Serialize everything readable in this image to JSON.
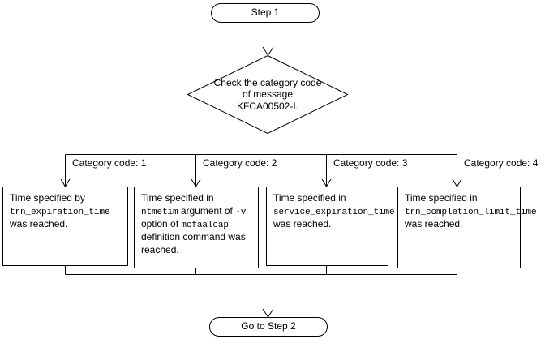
{
  "diagram": {
    "type": "flowchart",
    "title": "Category code check for message KFCA00502-I",
    "orientation": "top-to-bottom",
    "line_color": "#000000",
    "fill_color": "#ffffff",
    "text_color": "#000000"
  },
  "start": {
    "shape": "terminator",
    "label": "Step 1"
  },
  "decision": {
    "shape": "diamond",
    "line1": "Check the category code",
    "line2": "of message",
    "line3": "KFCA00502-I."
  },
  "branches": [
    {
      "label": "Category code: 1"
    },
    {
      "label": "Category code: 2"
    },
    {
      "label": "Category code: 3"
    },
    {
      "label": "Category code: 4"
    }
  ],
  "boxes": [
    {
      "shape": "process",
      "segments": [
        {
          "text": "Time specified by ",
          "mono": false
        },
        {
          "text": "trn_expiration_",
          "mono": true
        },
        {
          "text": "time",
          "mono": true
        },
        {
          "text": " was reached.",
          "mono": false
        }
      ],
      "plain_text": "Time specified by trn_expiration_time was reached."
    },
    {
      "shape": "process",
      "segments": [
        {
          "text": "Time specified in ",
          "mono": false
        },
        {
          "text": "ntmetim",
          "mono": true
        },
        {
          "text": " argument of ",
          "mono": false
        },
        {
          "text": "-v",
          "mono": true
        },
        {
          "text": " option of ",
          "mono": false
        },
        {
          "text": "mcfaalcap",
          "mono": true
        },
        {
          "text": " definition command was reached.",
          "mono": false
        }
      ],
      "plain_text": "Time specified in ntmetim argument of -v option of mcfaalcap definition command was reached."
    },
    {
      "shape": "process",
      "segments": [
        {
          "text": "Time specified in ",
          "mono": false
        },
        {
          "text": "service_expirati",
          "mono": true
        },
        {
          "text": "on_time",
          "mono": true
        },
        {
          "text": " was reached.",
          "mono": false
        }
      ],
      "plain_text": "Time specified in service_expiration_time was reached."
    },
    {
      "shape": "process",
      "segments": [
        {
          "text": "Time specified in ",
          "mono": false
        },
        {
          "text": "trn_completion_",
          "mono": true
        },
        {
          "text": "limit_time",
          "mono": true
        },
        {
          "text": " was reached.",
          "mono": false
        }
      ],
      "plain_text": "Time specified in trn_completion_limit_time was reached."
    }
  ],
  "end": {
    "shape": "terminator",
    "label": "Go to Step 2"
  }
}
